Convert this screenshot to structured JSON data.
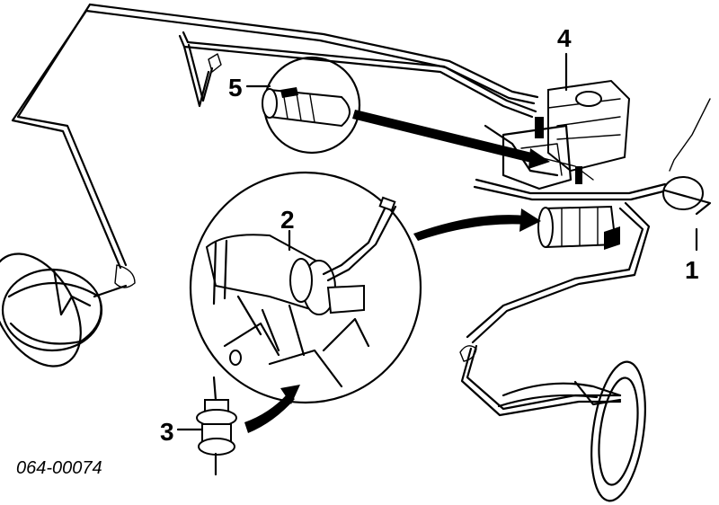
{
  "callouts": [
    {
      "id": "1",
      "label": "1"
    },
    {
      "id": "2",
      "label": "2"
    },
    {
      "id": "3",
      "label": "3"
    },
    {
      "id": "4",
      "label": "4"
    },
    {
      "id": "5",
      "label": "5"
    }
  ],
  "part_number": "064-00074"
}
